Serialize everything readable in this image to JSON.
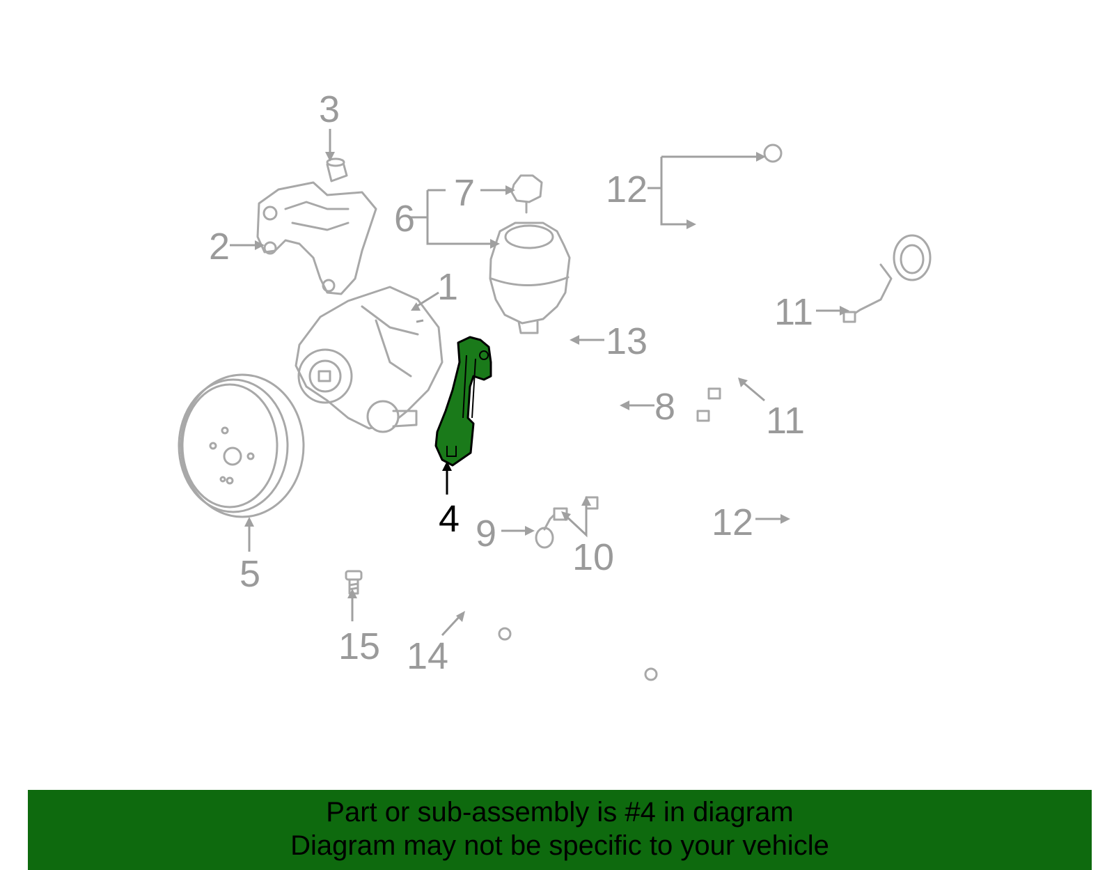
{
  "diagram": {
    "callouts": [
      {
        "id": "c1",
        "label": "1"
      },
      {
        "id": "c2",
        "label": "2"
      },
      {
        "id": "c3",
        "label": "3"
      },
      {
        "id": "c4",
        "label": "4",
        "highlighted": true
      },
      {
        "id": "c5",
        "label": "5"
      },
      {
        "id": "c6",
        "label": "6"
      },
      {
        "id": "c7",
        "label": "7"
      },
      {
        "id": "c8",
        "label": "8"
      },
      {
        "id": "c9",
        "label": "9"
      },
      {
        "id": "c10",
        "label": "10"
      },
      {
        "id": "c11a",
        "label": "11"
      },
      {
        "id": "c11b",
        "label": "11"
      },
      {
        "id": "c12a",
        "label": "12"
      },
      {
        "id": "c12b",
        "label": "12"
      },
      {
        "id": "c13",
        "label": "13"
      },
      {
        "id": "c14",
        "label": "14"
      },
      {
        "id": "c15",
        "label": "15"
      }
    ],
    "colors": {
      "line_art": "#a8a8a8",
      "highlight_part": "#1a7a1a",
      "banner_bg": "#0e6a0e"
    }
  },
  "banner": {
    "line1": "Part or sub-assembly is #4 in diagram",
    "line2": "Diagram may not be specific to your vehicle"
  }
}
